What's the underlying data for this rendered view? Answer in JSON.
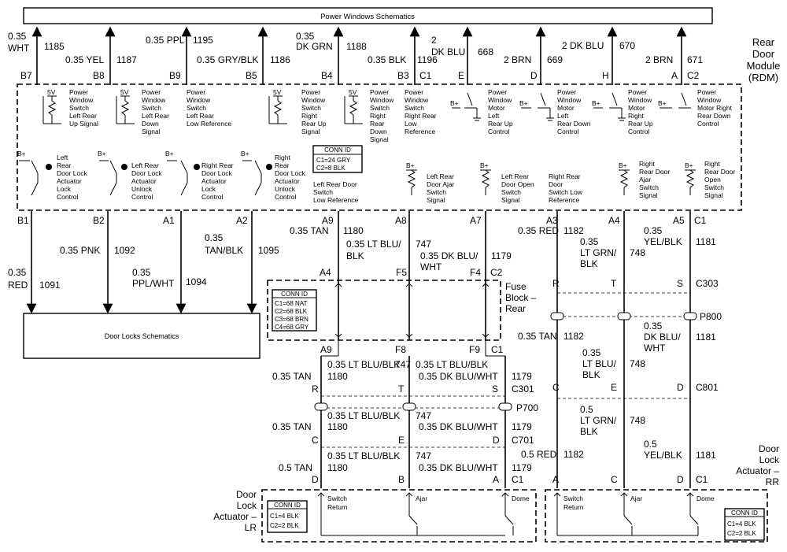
{
  "title": "Power Windows Schematics",
  "module": {
    "line1": "Rear",
    "line2": "Door",
    "line3": "Module",
    "line4": "(RDM)"
  },
  "top_wires": [
    {
      "pin": "B7",
      "gauge1": "0.35",
      "gauge2": "WHT",
      "circuit": "1185"
    },
    {
      "pin": "B8",
      "gauge1": "0.35 YEL",
      "gauge2": "",
      "circuit": "1187"
    },
    {
      "pin": "B9",
      "gauge1": "0.35 PPL",
      "gauge2": "",
      "circuit": "1195"
    },
    {
      "pin": "B5",
      "gauge1": "0.35 GRY/BLK",
      "gauge2": "",
      "circuit": "1186"
    },
    {
      "pin": "B4",
      "gauge1": "0.35",
      "gauge2": "DK GRN",
      "circuit": "1188"
    },
    {
      "pin": "B3",
      "gauge1": "0.35 BLK",
      "gauge2": "",
      "circuit": "1196"
    },
    {
      "pin": "E",
      "gauge1": "2",
      "gauge2": "DK BLU",
      "circuit": "668"
    },
    {
      "pin": "D",
      "gauge1": "2 BRN",
      "gauge2": "",
      "circuit": "669"
    },
    {
      "pin": "H",
      "gauge1": "2 DK BLU",
      "gauge2": "",
      "circuit": "670"
    },
    {
      "pin": "A",
      "gauge1": "2 BRN",
      "gauge2": "",
      "circuit": "671"
    }
  ],
  "top_conn": {
    "c1": "C1",
    "c2": "C2"
  },
  "signals_top": [
    {
      "v": "5V",
      "l1": "Power",
      "l2": "Window",
      "l3": "Switch",
      "l4": "Left Rear",
      "l5": "Up Signal"
    },
    {
      "v": "5V",
      "l1": "Power",
      "l2": "Window",
      "l3": "Switch",
      "l4": "Left Rear",
      "l5": "Down",
      "l6": "Signal"
    },
    {
      "l1": "Power",
      "l2": "Window",
      "l3": "Switch",
      "l4": "Left Rear",
      "l5": "Low Reference"
    },
    {
      "v": "5V",
      "l1": "Power",
      "l2": "Window",
      "l3": "Switch",
      "l4": "Right",
      "l5": "Rear Up",
      "l6": "Signal"
    },
    {
      "v": "5V",
      "l1": "Power",
      "l2": "Window",
      "l3": "Switch",
      "l4": "Right",
      "l5": "Rear",
      "l6": "Down",
      "l7": "Signal"
    },
    {
      "l1": "Power",
      "l2": "Window",
      "l3": "Switch",
      "l4": "Right Rear",
      "l5": "Low",
      "l6": "Reference"
    },
    {
      "v": "B+",
      "l1": "Power",
      "l2": "Window",
      "l3": "Motor",
      "l4": "Left",
      "l5": "Rear Up",
      "l6": "Control"
    },
    {
      "v": "B+",
      "l1": "Power",
      "l2": "Window",
      "l3": "Motor",
      "l4": "Left",
      "l5": "Rear Down",
      "l6": "Control"
    },
    {
      "v": "B+",
      "l1": "Power",
      "l2": "Window",
      "l3": "Motor",
      "l4": "Right",
      "l5": "Rear Up",
      "l6": "Control"
    },
    {
      "v": "B+",
      "l1": "Power",
      "l2": "Window",
      "l3": "Motor Right",
      "l4": "Rear Down",
      "l5": "Control"
    }
  ],
  "rdm_conn": {
    "title": "CONN ID",
    "l1": "C1=24 GRY",
    "l2": "C2=8 BLK"
  },
  "signals_bottom": [
    {
      "v": "B+",
      "l1": "Left",
      "l2": "Rear",
      "l3": "Door Lock",
      "l4": "Actuator",
      "l5": "Lock",
      "l6": "Control"
    },
    {
      "v": "B+",
      "l1": "Left Rear",
      "l2": "Door Lock",
      "l3": "Actuator",
      "l4": "Unlock",
      "l5": "Control"
    },
    {
      "v": "B+",
      "l1": "Right Rear",
      "l2": "Door Lock",
      "l3": "Actuator",
      "l4": "Lock",
      "l5": "Control"
    },
    {
      "v": "B+",
      "l1": "Right",
      "l2": "Rear",
      "l3": "Door Lock",
      "l4": "Actuator",
      "l5": "Unlock",
      "l6": "Control"
    },
    {
      "l1": "Left Rear Door",
      "l2": "Switch",
      "l3": "Low Reference"
    },
    {
      "v": "B+",
      "l1": "Left Rear",
      "l2": "Door Ajar",
      "l3": "Switch",
      "l4": "Signal"
    },
    {
      "v": "B+",
      "l1": "Left Rear",
      "l2": "Door Open",
      "l3": "Switch",
      "l4": "Signal"
    },
    {
      "l1": "Right Rear",
      "l2": "Door",
      "l3": "Switch Low",
      "l4": "Reference"
    },
    {
      "v": "B+",
      "l1": "Right",
      "l2": "Rear Door",
      "l3": "Ajar",
      "l4": "Switch",
      "l5": "Signal"
    },
    {
      "v": "B+",
      "l1": "Right",
      "l2": "Rear Door",
      "l3": "Open",
      "l4": "Switch",
      "l5": "Signal"
    }
  ],
  "bottom_pins": [
    "B1",
    "B2",
    "A1",
    "A2",
    "A9",
    "A8",
    "A7",
    "A3",
    "A4",
    "A5",
    "C1"
  ],
  "lock_wires": [
    {
      "g1": "0.35",
      "g2": "RED",
      "c": "1091"
    },
    {
      "g1": "0.35 PNK",
      "g2": "",
      "c": "1092"
    },
    {
      "g1": "0.35",
      "g2": "PPL/WHT",
      "c": "1094"
    },
    {
      "g1": "0.35",
      "g2": "TAN/BLK",
      "c": "1095"
    }
  ],
  "door_locks": "Door Locks Schematics",
  "mid_wires": {
    "w1": {
      "g": "0.35 TAN",
      "c": "1180"
    },
    "w2": {
      "g1": "0.35 LT BLU/",
      "g2": "BLK",
      "c": "747"
    },
    "w3": {
      "g1": "0.35 DK BLU/",
      "g2": "WHT",
      "c": "1179"
    },
    "w4": {
      "g": "0.35 RED",
      "c": "1182"
    },
    "w5": {
      "g1": "0.35",
      "g2": "LT GRN/",
      "g3": "BLK",
      "c": "748"
    },
    "w6": {
      "g1": "0.35",
      "g2": "YEL/BLK",
      "c": "1181"
    }
  },
  "fuse_block": {
    "pins_top": [
      "A4",
      "F5",
      "F4",
      "C2"
    ],
    "pins_bottom": [
      "A9",
      "F8",
      "F9",
      "C1"
    ],
    "name1": "Fuse",
    "name2": "Block –",
    "name3": "Rear",
    "conn": {
      "title": "CONN ID",
      "l1": "C1=68 NAT",
      "l2": "C2=68 BLK",
      "l3": "C3=68 BRN",
      "l4": "C4=68 GRY"
    }
  },
  "left_chain": {
    "seg1": {
      "g1": "0.35 TAN",
      "c1": "1180",
      "g2": "0.35 LT BLU/BLK",
      "c2": "747",
      "g3": "0.35 DK BLU/WHT",
      "c3": "1179"
    },
    "c301": {
      "p1": "R",
      "p2": "T",
      "p3": "S",
      "id": "C301"
    },
    "p700": "P700",
    "seg2": {
      "g1": "0.35 TAN",
      "c1": "1180",
      "g2": "0.35 LT BLU/BLK",
      "c2": "747",
      "g3": "0.35 DK BLU/WHT",
      "c3": "1179"
    },
    "c701": {
      "p1": "C",
      "p2": "E",
      "p3": "D",
      "id": "C701"
    },
    "seg3": {
      "g1": "0.5 TAN",
      "c1": "1180",
      "g2": "0.35 LT BLU/BLK",
      "c2": "747",
      "g3": "0.35 DK BLU/WHT",
      "c3": "1179"
    },
    "act": {
      "p1": "D",
      "p2": "B",
      "p3": "A",
      "id": "C1"
    }
  },
  "right_chain": {
    "c303": {
      "p1": "R",
      "p2": "T",
      "p3": "S",
      "id": "C303"
    },
    "p800": "P800",
    "seg2": {
      "g1": "0.35 TAN",
      "c1": "1182",
      "g2a": "0.35",
      "g2b": "LT BLU/",
      "g2c": "BLK",
      "c2": "748",
      "g3a": "0.35",
      "g3b": "DK BLU/",
      "g3c": "WHT",
      "c3": "1181"
    },
    "c801": {
      "p1": "C",
      "p2": "E",
      "p3": "D",
      "id": "C801"
    },
    "seg3": {
      "g1": "0.5 RED",
      "c1": "1182",
      "g2a": "0.5",
      "g2b": "LT GRN/",
      "g2c": "BLK",
      "c2": "748",
      "g3a": "0.5",
      "g3b": "YEL/BLK",
      "c3": "1181"
    },
    "act": {
      "p1": "A",
      "p2": "C",
      "p3": "D",
      "id": "C1"
    }
  },
  "actuator_lr": {
    "n1": "Door",
    "n2": "Lock",
    "n3": "Actuator –",
    "n4": "LR",
    "sw1a": "Switch",
    "sw1b": "Return",
    "sw2": "Ajar",
    "sw3": "Dome",
    "conn": {
      "title": "CONN ID",
      "l1": "C1=4 BLK",
      "l2": "C2=2 BLK"
    }
  },
  "actuator_rr": {
    "n1": "Door",
    "n2": "Lock",
    "n3": "Actuator –",
    "n4": "RR",
    "sw1a": "Switch",
    "sw1b": "Return",
    "sw2": "Ajar",
    "sw3": "Dome",
    "conn": {
      "title": "CONN ID",
      "l1": "C1=4 BLK",
      "l2": "C2=2 BLK"
    }
  }
}
